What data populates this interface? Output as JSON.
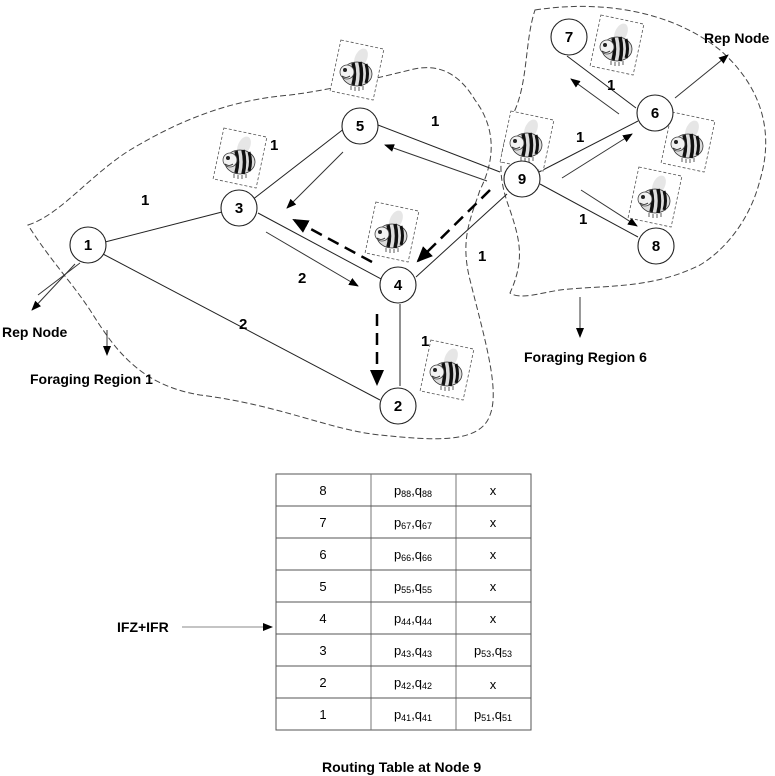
{
  "diagram": {
    "nodes": [
      {
        "id": "1",
        "label": "1"
      },
      {
        "id": "2",
        "label": "2"
      },
      {
        "id": "3",
        "label": "3"
      },
      {
        "id": "4",
        "label": "4"
      },
      {
        "id": "5",
        "label": "5"
      },
      {
        "id": "6",
        "label": "6"
      },
      {
        "id": "7",
        "label": "7"
      },
      {
        "id": "8",
        "label": "8"
      },
      {
        "id": "9",
        "label": "9"
      }
    ],
    "edges": [
      {
        "from": "1",
        "to": "3",
        "weight": "1"
      },
      {
        "from": "1",
        "to": "2",
        "weight": "2"
      },
      {
        "from": "3",
        "to": "4",
        "weight": "2"
      },
      {
        "from": "3",
        "to": "5",
        "weight": "1"
      },
      {
        "from": "5",
        "to": "9",
        "weight": "1"
      },
      {
        "from": "4",
        "to": "9",
        "weight": "1"
      },
      {
        "from": "4",
        "to": "2",
        "weight": "1"
      },
      {
        "from": "9",
        "to": "6",
        "weight": "1"
      },
      {
        "from": "9",
        "to": "8",
        "weight": "1"
      },
      {
        "from": "6",
        "to": "7",
        "weight": "1"
      }
    ],
    "labels": {
      "rep_node_left": "Rep Node",
      "rep_node_right": "Rep Node",
      "region_1": "Foraging Region 1",
      "region_6": "Foraging Region 6",
      "ifz_ifr": "IFZ+IFR"
    },
    "icons": [
      "bee-icon"
    ]
  },
  "routing_table": {
    "caption": "Routing Table at Node 9",
    "rows": [
      {
        "dest": "8",
        "c1": {
          "p": "88",
          "q": "88"
        },
        "c2": "x"
      },
      {
        "dest": "7",
        "c1": {
          "p": "67",
          "q": "67"
        },
        "c2": "x"
      },
      {
        "dest": "6",
        "c1": {
          "p": "66",
          "q": "66"
        },
        "c2": "x"
      },
      {
        "dest": "5",
        "c1": {
          "p": "55",
          "q": "55"
        },
        "c2": "x"
      },
      {
        "dest": "4",
        "c1": {
          "p": "44",
          "q": "44"
        },
        "c2": "x"
      },
      {
        "dest": "3",
        "c1": {
          "p": "43",
          "q": "43"
        },
        "c2": {
          "p": "53",
          "q": "53"
        }
      },
      {
        "dest": "2",
        "c1": {
          "p": "42",
          "q": "42"
        },
        "c2": "x"
      },
      {
        "dest": "1",
        "c1": {
          "p": "41",
          "q": "41"
        },
        "c2": {
          "p": "51",
          "q": "51"
        }
      }
    ]
  }
}
